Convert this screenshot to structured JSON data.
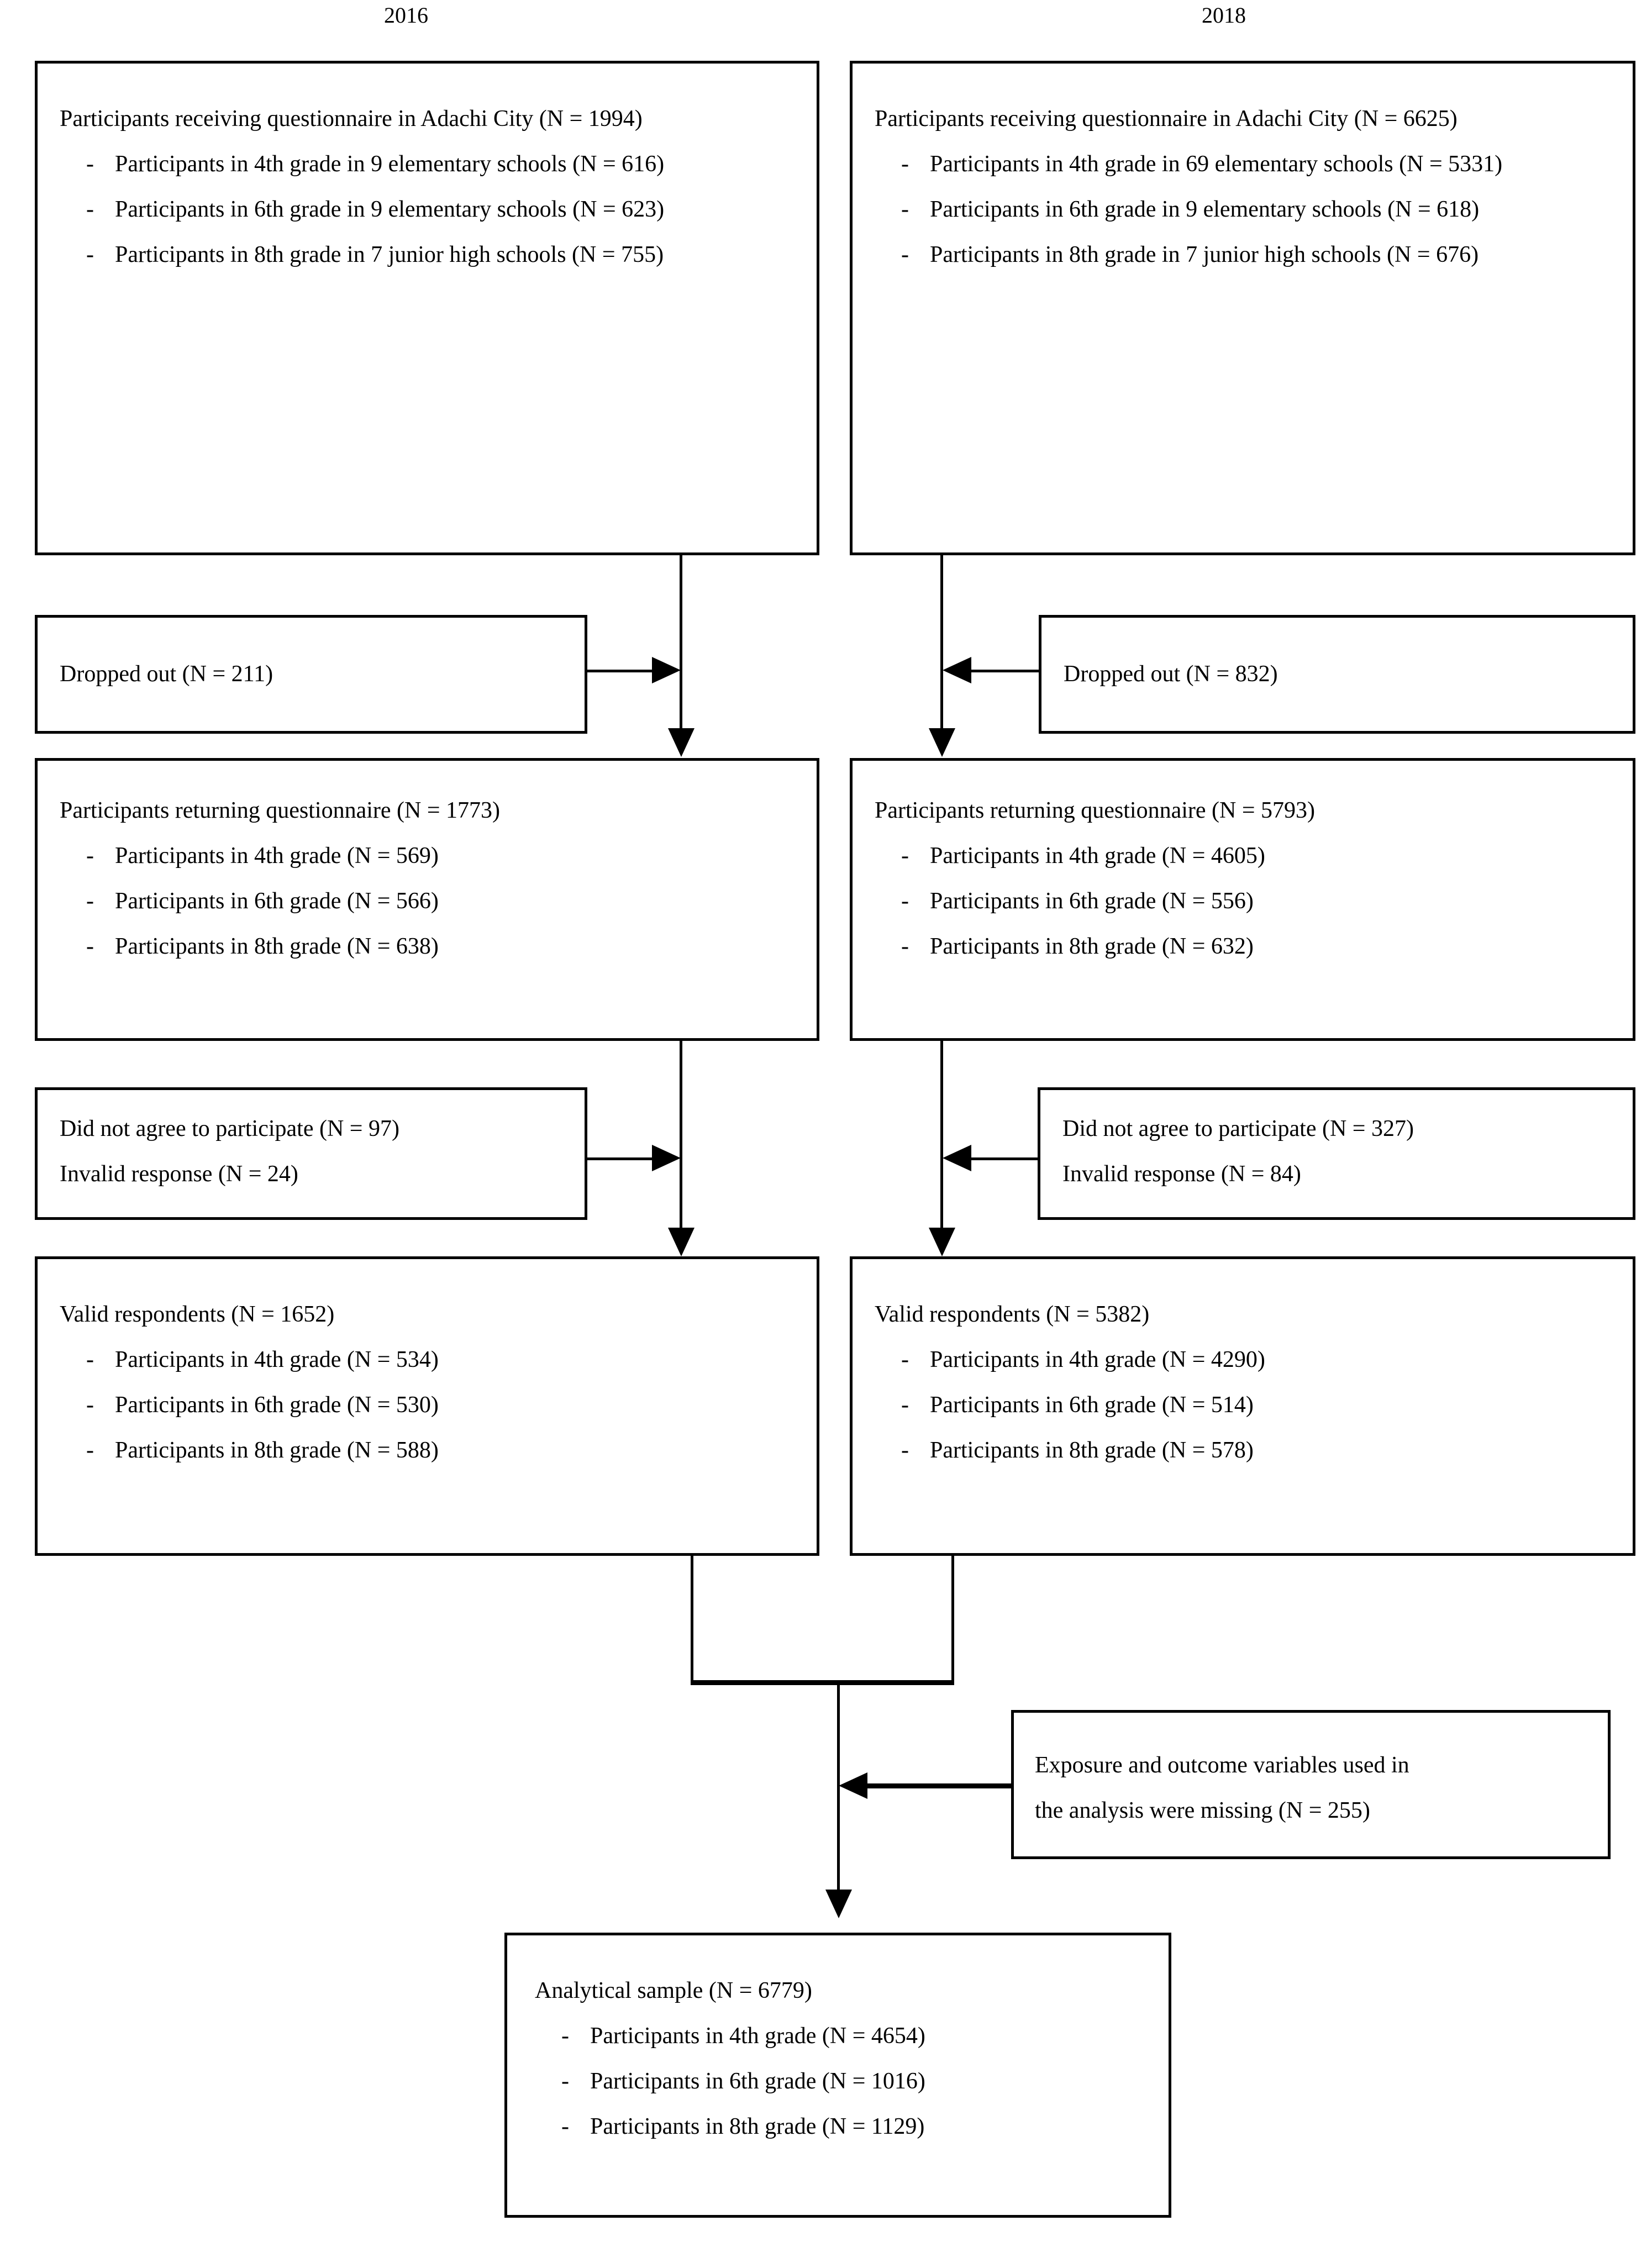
{
  "diagram": {
    "title_columns": [
      {
        "year": "2016"
      },
      {
        "year": "2018"
      }
    ],
    "nodes": {
      "receiving_2016": {
        "heading": "Participants receiving questionnaire in Adachi City (N = 1994)",
        "bullets": [
          "Participants in 4th grade in 9 elementary schools (N = 616)",
          "Participants in 6th grade in 9 elementary schools (N = 623)",
          "Participants in 8th grade in 7 junior high schools (N = 755)"
        ]
      },
      "receiving_2018": {
        "heading": "Participants receiving questionnaire in Adachi City (N = 6625)",
        "bullets": [
          "Participants in 4th grade in 69 elementary schools (N = 5331)",
          "Participants in 6th grade in 9 elementary schools (N = 618)",
          "Participants in 8th grade in 7 junior high schools (N = 676)"
        ]
      },
      "dropped_2016": {
        "line1": "Dropped out (N = 211)"
      },
      "dropped_2018": {
        "line1": "Dropped out (N = 832)"
      },
      "returning_2016": {
        "heading": "Participants returning questionnaire (N = 1773)",
        "bullets": [
          "Participants in 4th grade (N = 569)",
          "Participants in 6th grade (N = 566)",
          "Participants in 8th grade (N = 638)"
        ]
      },
      "returning_2018": {
        "heading": "Participants returning questionnaire (N = 5793)",
        "bullets": [
          "Participants in 4th grade (N = 4605)",
          "Participants in 6th grade (N = 556)",
          "Participants in 8th grade (N = 632)"
        ]
      },
      "excluded_2016": {
        "line1": "Did not agree to participate (N = 97)",
        "line2": "Invalid response (N = 24)"
      },
      "excluded_2018": {
        "line1": "Did not agree to participate (N = 327)",
        "line2": "Invalid response (N = 84)"
      },
      "valid_2016": {
        "heading": "Valid respondents (N = 1652)",
        "bullets": [
          "Participants in 4th grade (N = 534)",
          "Participants in 6th grade (N = 530)",
          "Participants in 8th grade (N = 588)"
        ]
      },
      "valid_2018": {
        "heading": "Valid respondents (N = 5382)",
        "bullets": [
          "Participants in 4th grade (N = 4290)",
          "Participants in 6th grade (N = 514)",
          "Participants in 8th grade (N = 578)"
        ]
      },
      "missing_vars": {
        "line1": "Exposure and outcome variables used in",
        "line2": "the analysis were missing (N = 255)"
      },
      "analytical_sample": {
        "heading": "Analytical sample (N = 6779)",
        "bullets": [
          "Participants in 4th grade (N = 4654)",
          "Participants in 6th grade (N = 1016)",
          "Participants in 8th grade (N = 1129)"
        ]
      }
    },
    "bullet_marker": "-",
    "colors": {
      "line": "#000000",
      "background": "#ffffff",
      "text": "#000000"
    }
  }
}
